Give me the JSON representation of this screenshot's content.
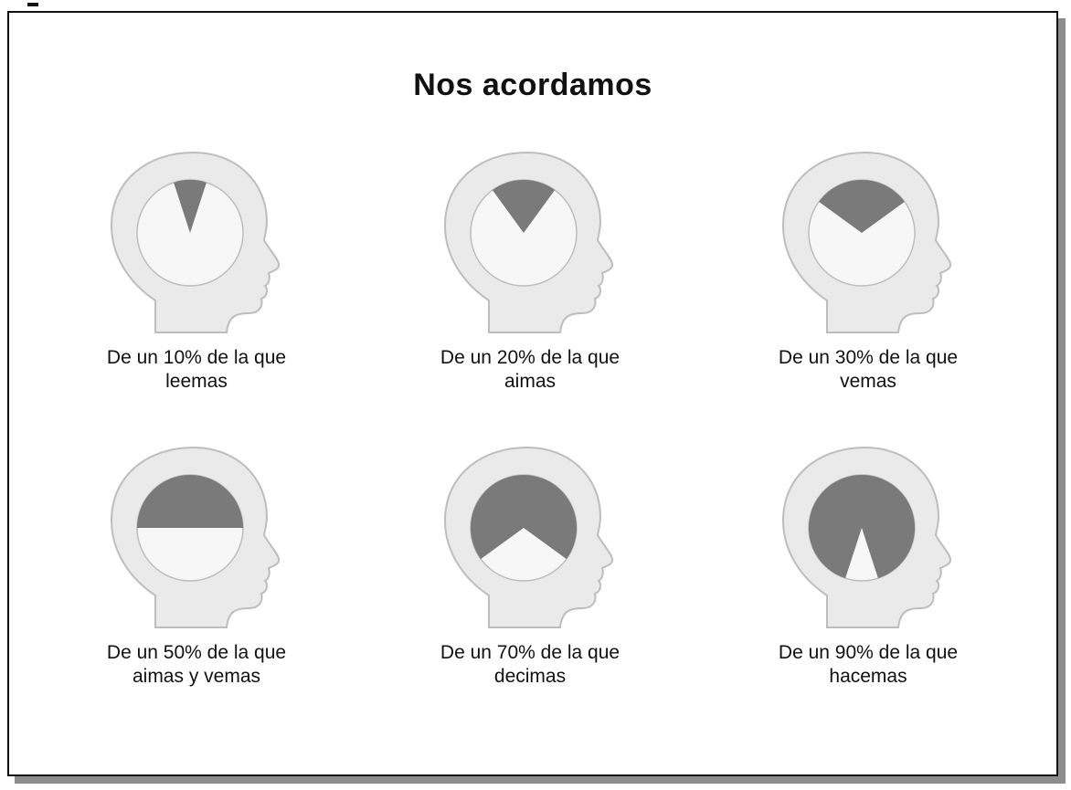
{
  "title": "Nos acordamos",
  "colors": {
    "head_fill": "#eaeaea",
    "head_stroke": "#bdbdbd",
    "circle_fill": "#f7f7f7",
    "wedge_fill": "#7a7a7a"
  },
  "chart_data": {
    "type": "pie",
    "items": [
      {
        "percent": 10,
        "caption": "De un 10% de la que\nleemas"
      },
      {
        "percent": 20,
        "caption": "De un 20% de la que\naimas"
      },
      {
        "percent": 30,
        "caption": "De un 30% de la que\nvemas"
      },
      {
        "percent": 50,
        "caption": "De un 50% de la que\naimas y vemas"
      },
      {
        "percent": 70,
        "caption": "De un 70% de la que\ndecimas"
      },
      {
        "percent": 90,
        "caption": "De un 90% de la que\nhacemas"
      }
    ]
  }
}
